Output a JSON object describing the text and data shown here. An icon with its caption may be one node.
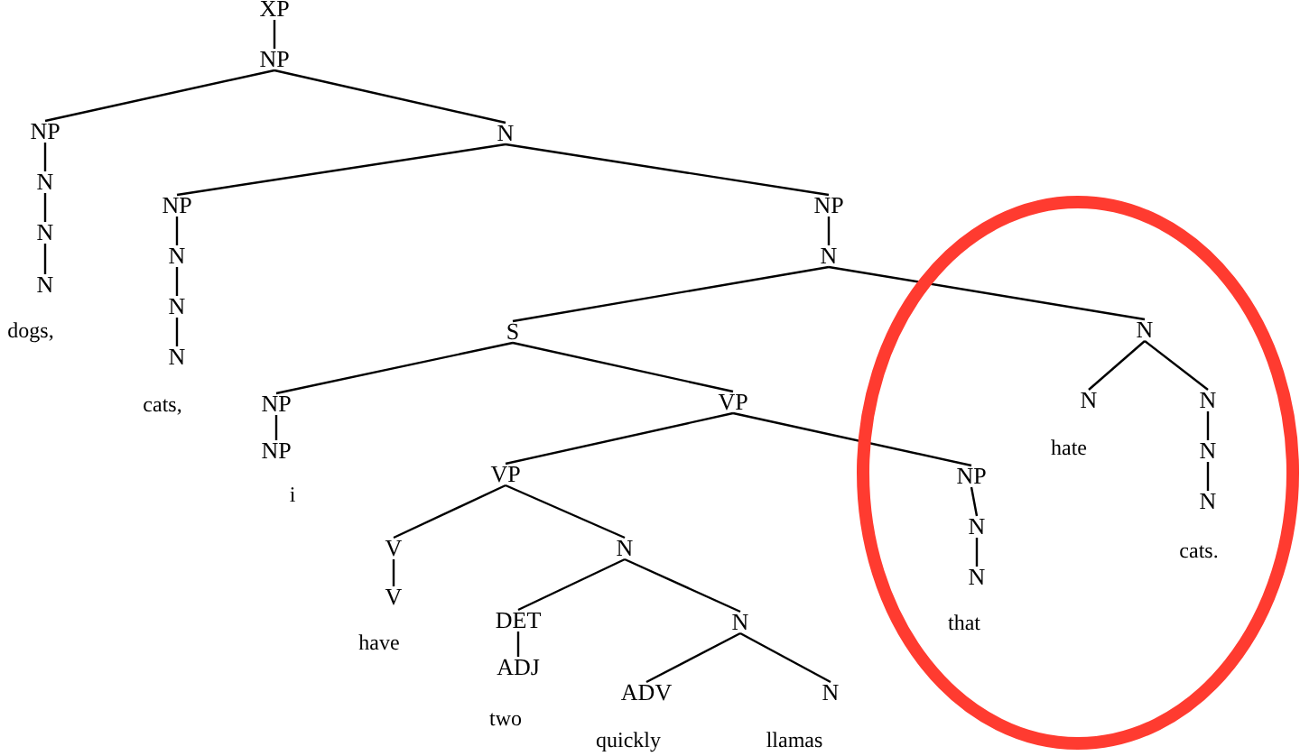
{
  "diagram": {
    "nodes": [
      {
        "text": [
          "XP"
        ]
      },
      {
        "text": [
          "NP"
        ]
      },
      {
        "text": [
          "NP"
        ]
      },
      {
        "text": [
          "N"
        ]
      },
      {
        "text": [
          "N"
        ]
      },
      {
        "text": [
          "N"
        ],
        "beside": [
          "dogs,"
        ]
      },
      {
        "text": [
          "N"
        ]
      },
      {
        "text": [
          "NP"
        ]
      },
      {
        "text": [
          "N"
        ]
      },
      {
        "text": [
          "N"
        ]
      },
      {
        "text": [
          "N"
        ],
        "beside": [
          "cats,"
        ]
      },
      {
        "text": [
          "NP"
        ]
      },
      {
        "text": [
          "N"
        ]
      },
      {
        "text": [
          "S"
        ]
      },
      {
        "text": [
          "NP"
        ]
      },
      {
        "text": [
          "NP"
        ],
        "beside": [
          "i"
        ]
      },
      {
        "text": [
          "VP"
        ]
      },
      {
        "text": [
          "VP"
        ]
      },
      {
        "text": [
          "V"
        ]
      },
      {
        "text": [
          "V"
        ],
        "beside": [
          "have"
        ]
      },
      {
        "text": [
          "N"
        ]
      },
      {
        "text": [
          "DET"
        ]
      },
      {
        "text": [
          "ADJ"
        ],
        "beside": [
          "two"
        ]
      },
      {
        "text": [
          "N"
        ]
      },
      {
        "text": [
          "ADV"
        ],
        "beside": [
          "quickly"
        ]
      },
      {
        "text": [
          "N"
        ],
        "beside": [
          "llamas"
        ]
      },
      {
        "text": [
          "NP"
        ]
      },
      {
        "text": [
          "N"
        ]
      },
      {
        "text": [
          "N"
        ],
        "beside": [
          "that"
        ]
      },
      {
        "text": [
          "N"
        ]
      },
      {
        "text": [
          "N"
        ],
        "beside": [
          "hate"
        ]
      },
      {
        "text": [
          "N"
        ]
      },
      {
        "text": [
          "N"
        ]
      },
      {
        "text": [
          "N"
        ],
        "beside": [
          "cats."
        ]
      }
    ],
    "edges": [
      {
        "from": 0,
        "to": 1,
        "arrow": "none"
      },
      {
        "from": 1,
        "to": 2,
        "arrow": "none"
      },
      {
        "from": 1,
        "to": 6,
        "arrow": "none"
      },
      {
        "from": 2,
        "to": 3,
        "arrow": "none"
      },
      {
        "from": 3,
        "to": 4,
        "arrow": "none"
      },
      {
        "from": 4,
        "to": 5,
        "arrow": "none"
      },
      {
        "from": 6,
        "to": 7,
        "arrow": "none"
      },
      {
        "from": 6,
        "to": 11,
        "arrow": "none"
      },
      {
        "from": 7,
        "to": 8,
        "arrow": "none"
      },
      {
        "from": 8,
        "to": 9,
        "arrow": "none"
      },
      {
        "from": 9,
        "to": 10,
        "arrow": "none"
      },
      {
        "from": 11,
        "to": 12,
        "arrow": "none"
      },
      {
        "from": 12,
        "to": 13,
        "arrow": "none"
      },
      {
        "from": 12,
        "to": 29,
        "arrow": "none"
      },
      {
        "from": 13,
        "to": 14,
        "arrow": "none"
      },
      {
        "from": 13,
        "to": 16,
        "arrow": "none"
      },
      {
        "from": 14,
        "to": 15,
        "arrow": "none"
      },
      {
        "from": 16,
        "to": 17,
        "arrow": "none"
      },
      {
        "from": 16,
        "to": 26,
        "arrow": "none"
      },
      {
        "from": 17,
        "to": 18,
        "arrow": "none"
      },
      {
        "from": 17,
        "to": 20,
        "arrow": "none"
      },
      {
        "from": 18,
        "to": 19,
        "arrow": "none"
      },
      {
        "from": 20,
        "to": 21,
        "arrow": "none"
      },
      {
        "from": 20,
        "to": 23,
        "arrow": "none"
      },
      {
        "from": 21,
        "to": 22,
        "arrow": "none"
      },
      {
        "from": 23,
        "to": 24,
        "arrow": "none"
      },
      {
        "from": 23,
        "to": 25,
        "arrow": "none"
      },
      {
        "from": 26,
        "to": 27,
        "arrow": "none"
      },
      {
        "from": 27,
        "to": 28,
        "arrow": "none"
      },
      {
        "from": 29,
        "to": 30,
        "arrow": "none"
      },
      {
        "from": 29,
        "to": 31,
        "arrow": "none"
      },
      {
        "from": 31,
        "to": 32,
        "arrow": "none"
      },
      {
        "from": 32,
        "to": 33,
        "arrow": "none"
      }
    ]
  }
}
